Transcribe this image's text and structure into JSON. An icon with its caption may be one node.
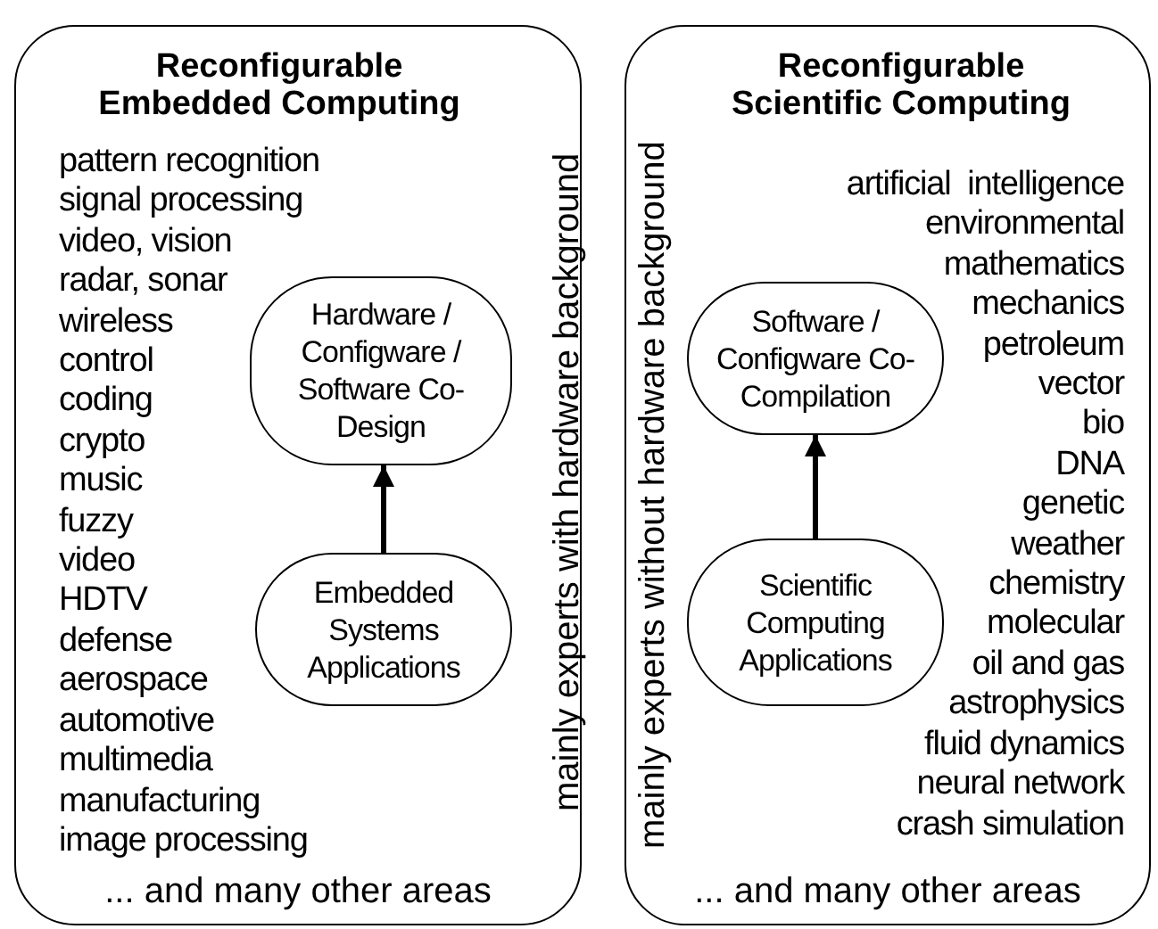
{
  "diagram": {
    "nodes": [
      {
        "text": [
          "Reconfigurable Embedded Computing",
          "mainly experts with hardware background",
          "pattern recognition",
          "signal processing",
          "video, vision",
          "radar, sonar",
          "wireless",
          "control",
          "coding",
          "crypto",
          "music",
          "fuzzy",
          "video",
          "HDTV",
          "defense",
          "aerospace",
          "automotive",
          "multimedia",
          "manufacturing",
          "image processing",
          "... and many other areas"
        ]
      },
      {
        "text": [
          "Hardware / Configware / Software Co-Design"
        ],
        "in": 0
      },
      {
        "text": [
          "Embedded Systems Applications"
        ],
        "in": 0
      },
      {
        "text": [
          "Reconfigurable Scientific Computing",
          "mainly experts without hardware background",
          "artificial  intelligence",
          "environmental",
          "mathematics",
          "mechanics",
          "petroleum",
          "vector",
          "bio",
          "DNA",
          "genetic",
          "weather",
          "chemistry",
          "molecular",
          "oil and gas",
          "astrophysics",
          "fluid dynamics",
          "neural network",
          "crash simulation",
          "... and many other areas"
        ]
      },
      {
        "text": [
          "Software / Configware Co-Compilation"
        ],
        "in": 3
      },
      {
        "text": [
          "Scientific Computing Applications"
        ],
        "in": 3
      }
    ],
    "edges": [
      {
        "from": 2,
        "to": 1,
        "arrow": "to"
      },
      {
        "from": 5,
        "to": 4,
        "arrow": "to"
      }
    ]
  }
}
